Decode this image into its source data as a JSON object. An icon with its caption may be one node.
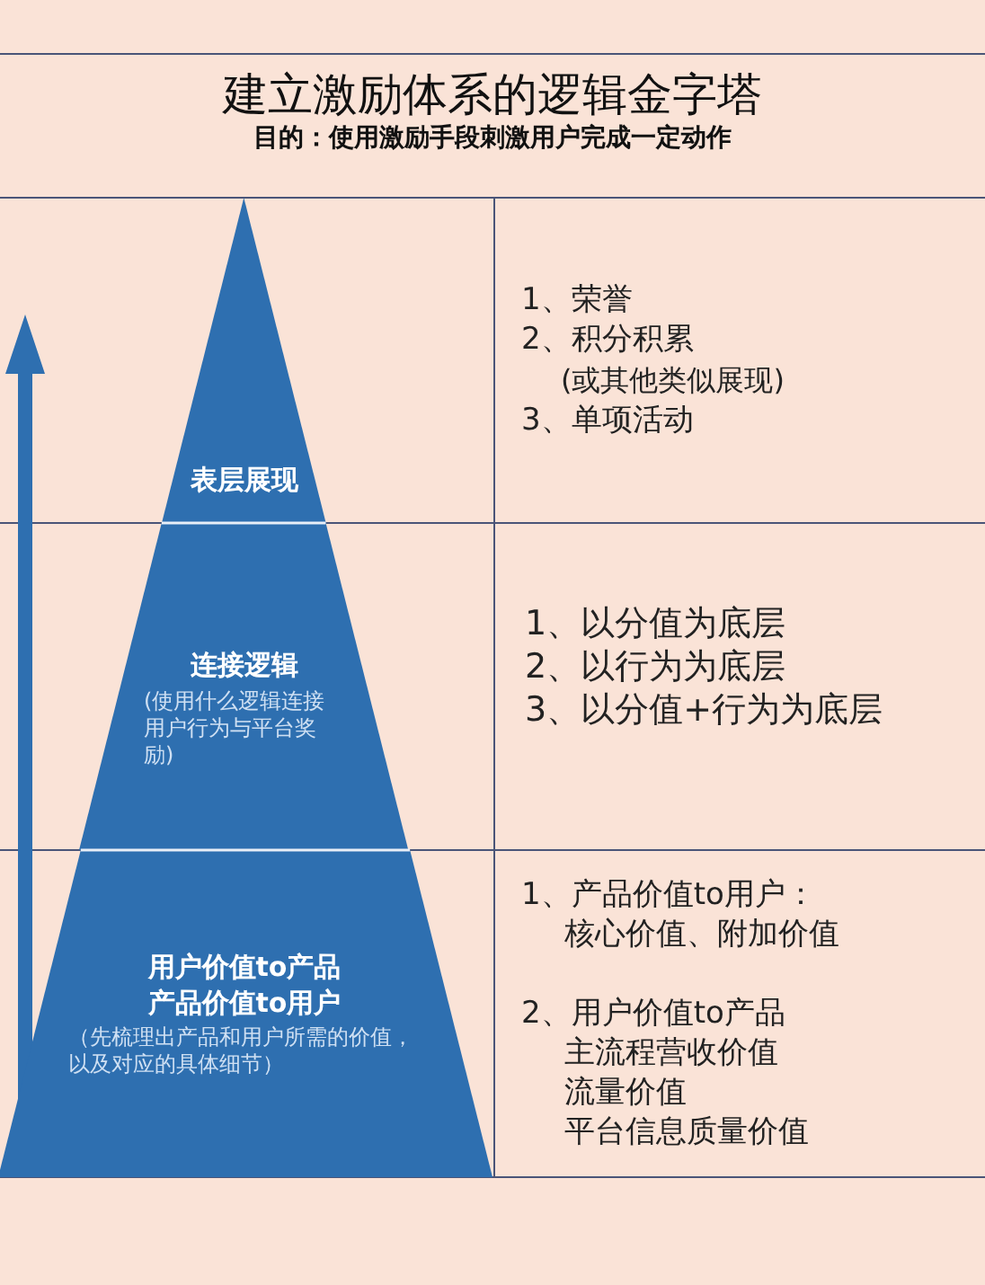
{
  "diagram": {
    "nodes": [
      {
        "text": [
          "建立激励体系的逻辑金字塔",
          "目的：使用激励手段刺激用户完成一定动作"
        ]
      },
      {
        "text": [
          "表层展现"
        ]
      },
      {
        "text": [
          "连接逻辑",
          "(使用什么逻辑连接用户行为与平台奖励)"
        ]
      },
      {
        "text": [
          "用户价值to产品",
          "产品价值to用户",
          "（先梳理出产品和用户所需的价值，以及对应的具体细节）"
        ]
      },
      {
        "text": [
          "1、荣誉",
          "2、积分积累",
          "(或其他类似展现)",
          "3、单项活动"
        ]
      },
      {
        "text": [
          "1、以分值为底层",
          "2、以行为为底层",
          "3、以分值+行为为底层"
        ]
      },
      {
        "text": [
          "1、产品价值to用户：",
          "核心价值、附加价值",
          "2、用户价值to产品",
          "主流程营收价值",
          "流量价值",
          "平台信息质量价值"
        ]
      }
    ]
  }
}
